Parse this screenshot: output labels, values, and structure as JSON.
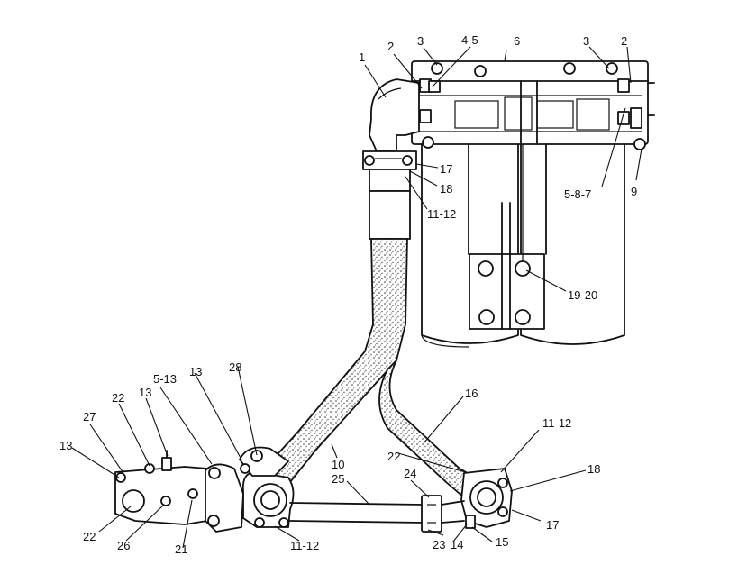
{
  "callouts": [
    {
      "id": "c1",
      "text": "1"
    },
    {
      "id": "c2a",
      "text": "2"
    },
    {
      "id": "c3a",
      "text": "3"
    },
    {
      "id": "c45",
      "text": "4-5"
    },
    {
      "id": "c6",
      "text": "6"
    },
    {
      "id": "c3b",
      "text": "3"
    },
    {
      "id": "c2b",
      "text": "2"
    },
    {
      "id": "c17a",
      "text": "17"
    },
    {
      "id": "c18a",
      "text": "18"
    },
    {
      "id": "c1112a",
      "text": "11-12"
    },
    {
      "id": "c587",
      "text": "5-8-7"
    },
    {
      "id": "c9",
      "text": "9"
    },
    {
      "id": "c1920",
      "text": "19-20"
    },
    {
      "id": "c16",
      "text": "16"
    },
    {
      "id": "c1112b",
      "text": "11-12"
    },
    {
      "id": "c22a",
      "text": "22"
    },
    {
      "id": "c18b",
      "text": "18"
    },
    {
      "id": "c24",
      "text": "24"
    },
    {
      "id": "c17b",
      "text": "17"
    },
    {
      "id": "c25",
      "text": "25"
    },
    {
      "id": "c10",
      "text": "10"
    },
    {
      "id": "c23",
      "text": "23"
    },
    {
      "id": "c14",
      "text": "14"
    },
    {
      "id": "c15",
      "text": "15"
    },
    {
      "id": "c1112c",
      "text": "11-12"
    },
    {
      "id": "c28",
      "text": "28"
    },
    {
      "id": "c13a",
      "text": "13"
    },
    {
      "id": "c513",
      "text": "5-13"
    },
    {
      "id": "c13b",
      "text": "13"
    },
    {
      "id": "c22b",
      "text": "22"
    },
    {
      "id": "c27",
      "text": "27"
    },
    {
      "id": "c13c",
      "text": "13"
    },
    {
      "id": "c21",
      "text": "21"
    },
    {
      "id": "c26",
      "text": "26"
    },
    {
      "id": "c22c",
      "text": "22"
    }
  ]
}
